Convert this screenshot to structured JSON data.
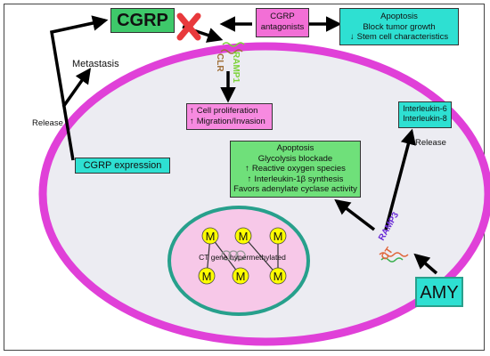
{
  "colors": {
    "membrane": "#e040d8",
    "cytoplasm": "#ececf2",
    "nucleus_fill": "#f7c8e8",
    "nucleus_border": "#27a08c",
    "cgrp_box": "#3ec96a",
    "antagonist_box": "#f26fd6",
    "teal_box": "#2ee0d2",
    "pink_box": "#f78ae0",
    "green_box": "#6fe07a",
    "methyl": "#ffff00",
    "red_x": "#e8393c",
    "ramp1": "#7dd33a",
    "ramp3": "#6a2bd6",
    "ct": "#e0663a",
    "clr": "#a0703a"
  },
  "cgrp_label": "CGRP",
  "antagonists": {
    "line1": "CGRP",
    "line2": "antagonists"
  },
  "antagonist_effects": {
    "line1": "Apoptosis",
    "line2": "Block tumor growth",
    "line3": "Stem cell characteristics"
  },
  "receptor_top": {
    "ramp": "RAMP1",
    "clr": "CLR"
  },
  "proliferation": {
    "line1": "Cell proliferation",
    "line2": "Migration/Invasion"
  },
  "metastasis": "Metastasis",
  "release_left": "Release",
  "cgrp_expression": "CGRP expression",
  "interleukins": {
    "line1": "Interleukin-6",
    "line2": "Interleukin-8"
  },
  "release_right": "Release",
  "amy_effects": {
    "line1": "Apoptosis",
    "line2": "Glycolysis blockade",
    "line3": "Reactive oxygen species",
    "line4": "Interleukin-1β synthesis",
    "line5": "Favors adenylate cyclase activity"
  },
  "receptor_right": {
    "ramp": "RAMP3",
    "ct": "CT"
  },
  "amy_label": "AMY",
  "nucleus": {
    "methyl_mark": "M",
    "caption": "CT gene hypermethylated"
  }
}
